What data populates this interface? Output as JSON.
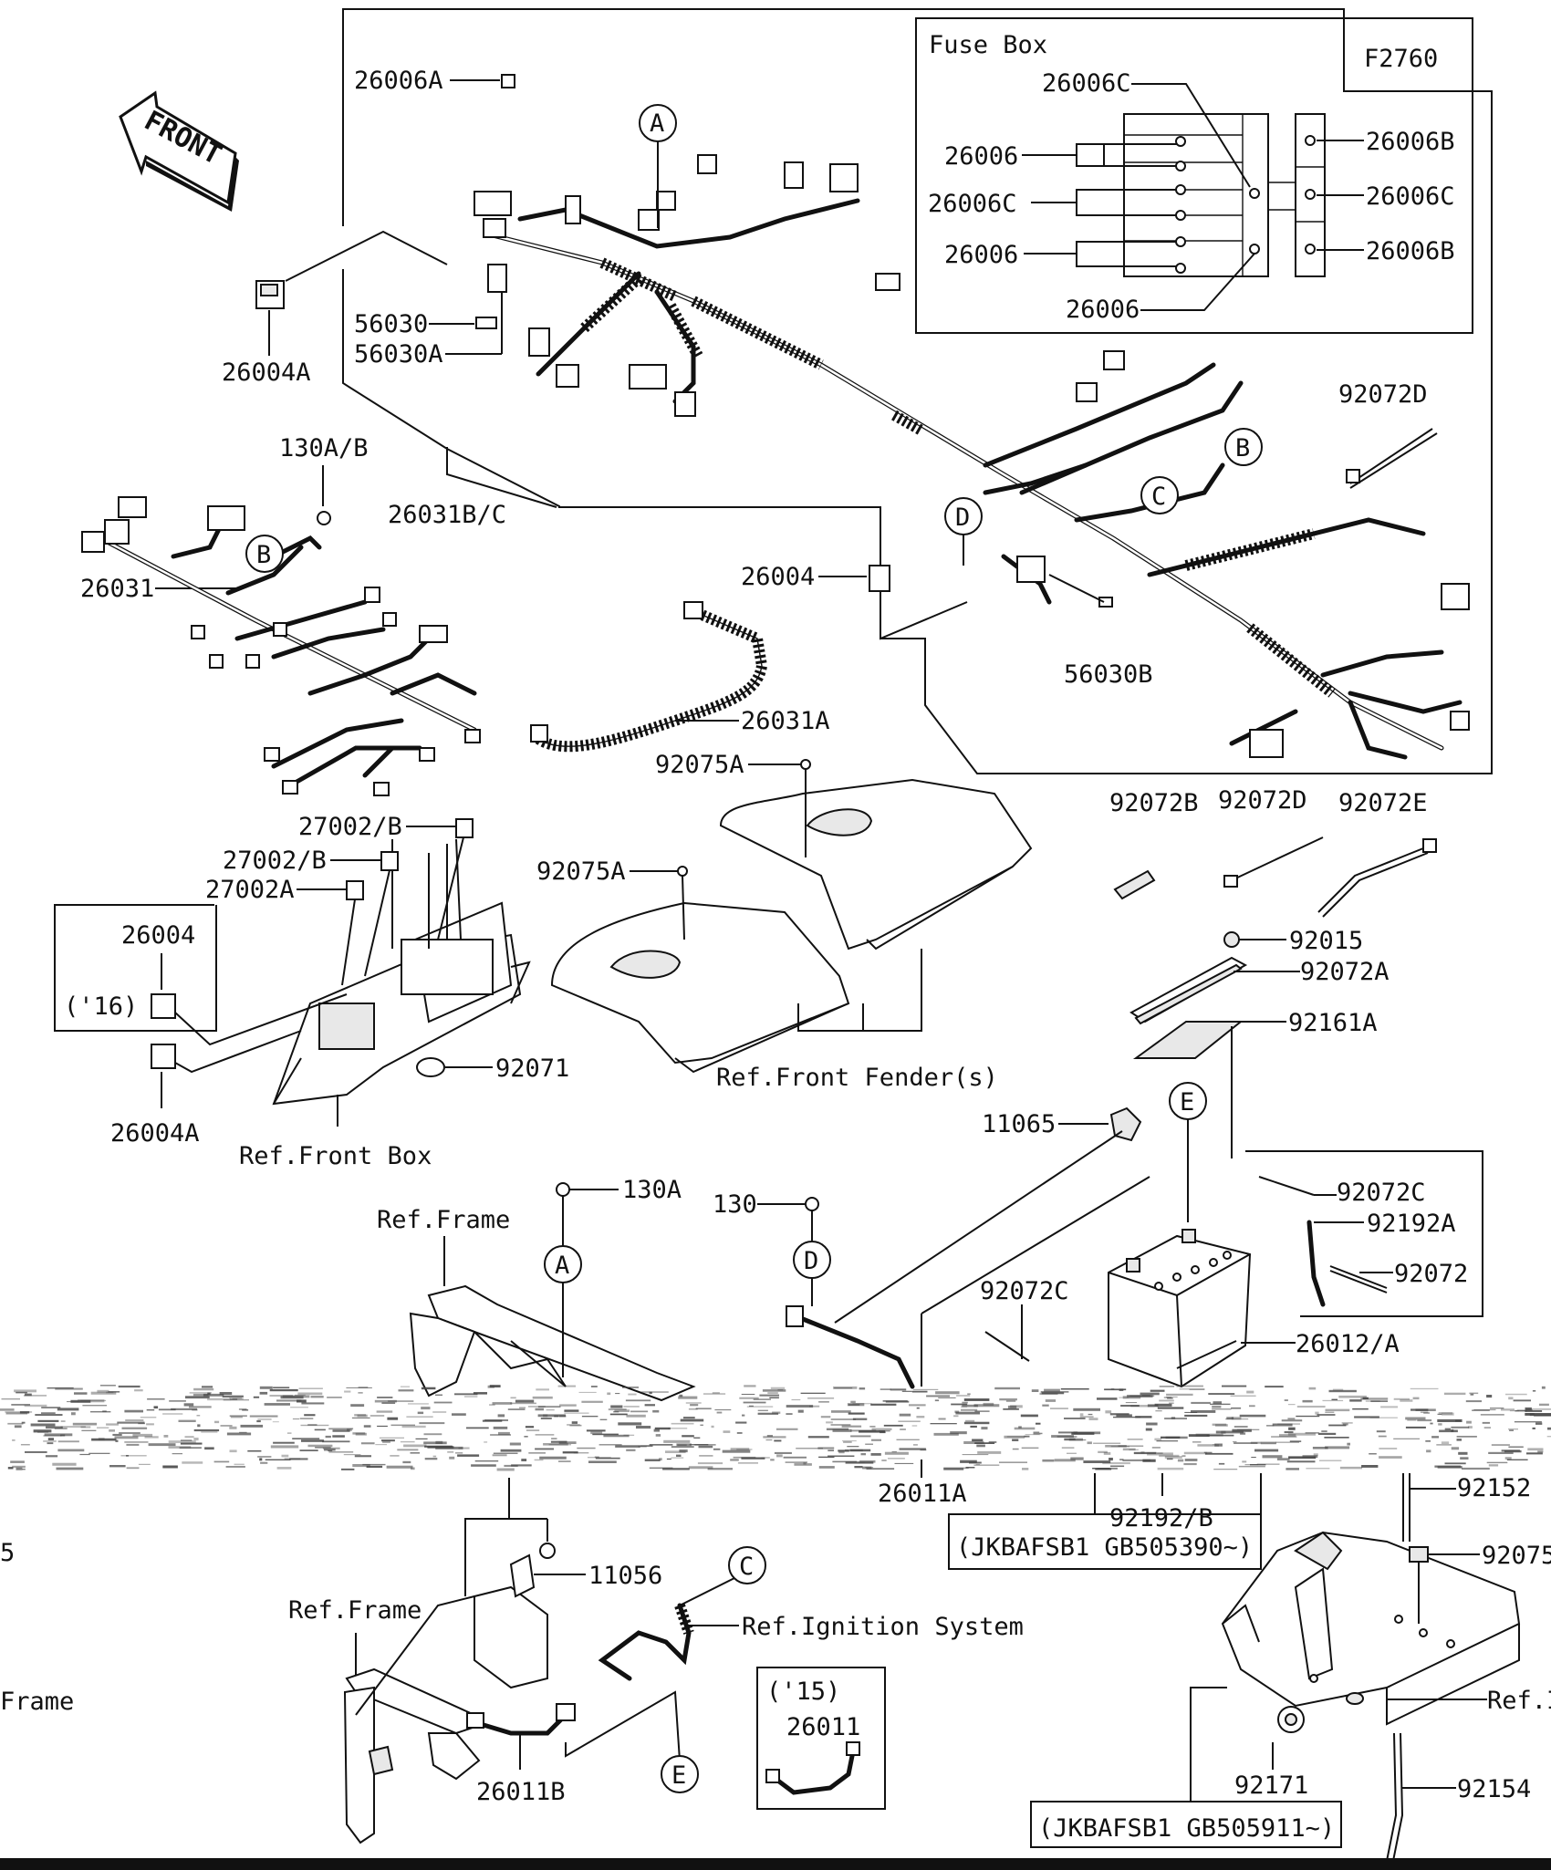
{
  "figure_code": "F2760",
  "front_arrow": {
    "label": "FRONT",
    "icon": "front-direction-arrow-icon"
  },
  "fuse_box": {
    "title": "Fuse Box",
    "labels": [
      "26006C",
      "26006",
      "26006C",
      "26006",
      "26006",
      "26006B",
      "26006C",
      "26006B"
    ]
  },
  "callout_letters": [
    "A",
    "B",
    "C",
    "D",
    "E"
  ],
  "part_labels": [
    "26006A",
    "26004A",
    "56030",
    "56030A",
    "130A/B",
    "26031B/C",
    "26031",
    "92072D",
    "26004",
    "56030B",
    "26031A",
    "92075A",
    "92075A",
    "27002/B",
    "27002/B",
    "27002A",
    "26004",
    "('16)",
    "26004A",
    "92071",
    "Ref.Front Box",
    "Ref.Front Fender(s)",
    "92072B",
    "92072D",
    "92072E",
    "92015",
    "92072A",
    "92161A",
    "11065",
    "130A",
    "130",
    "Ref.Frame",
    "92072C",
    "92192A",
    "92072",
    "92072C",
    "26012/A",
    "26011A",
    "92192/B",
    "(JKBAFSB1 GB505390~)",
    "92152",
    "92075",
    "11056",
    "Ref.Frame",
    "Ref.Ignition System",
    "('15)",
    "26011",
    "Frame",
    "Ref.I",
    "26011B",
    "92171",
    "92154",
    "(JKBAFSB1 GB505911~)",
    "5"
  ]
}
